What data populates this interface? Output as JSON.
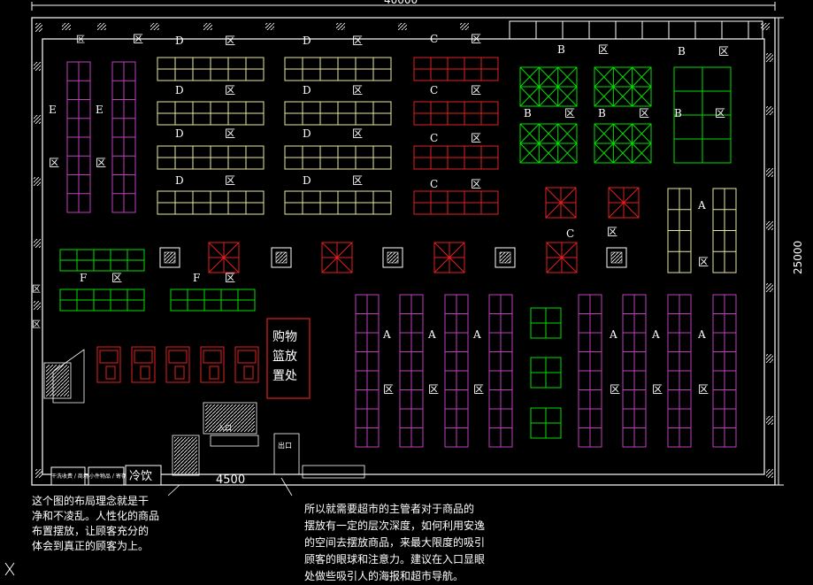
{
  "dimensions": {
    "top": "40000",
    "right": "25000",
    "entrance": "4500"
  },
  "zones": {
    "D": "D",
    "C": "C",
    "B": "B",
    "A": "A",
    "E": "E",
    "F": "F",
    "qu": "区"
  },
  "labels": {
    "basket_lines": [
      "购物",
      "篮放",
      "置处"
    ],
    "cold_drink": "冷饮",
    "counter_1": "干洗收费 / 商场服务",
    "counter_2": "小件物品 / 寄存处",
    "entry_mark": "入口",
    "exit_mark": "出口"
  },
  "notes": {
    "left": "这个图的布局理念就是干\n净和不凌乱。人性化的商品\n布置摆放，让顾客充分的\n体会到真正的顾客为上。",
    "right": "所以就需要超市的主管者对于商品的\n摆放有一定的层次深度，如何利用安逸\n的空间去摆放商品，来最大限度的吸引\n顾客的眼球和注意力。建议在入口显眼\n处做些吸引人的海报和超市导航。"
  },
  "colors": {
    "wall": "#ffffff",
    "zone_a": "#c040c0",
    "zone_b": "#00e000",
    "zone_c": "#e02020",
    "zone_d": "#e8e8a0",
    "zone_f": "#00e000",
    "background": "#000000"
  },
  "icons": {
    "corner_mark": "x-mark-icon"
  }
}
